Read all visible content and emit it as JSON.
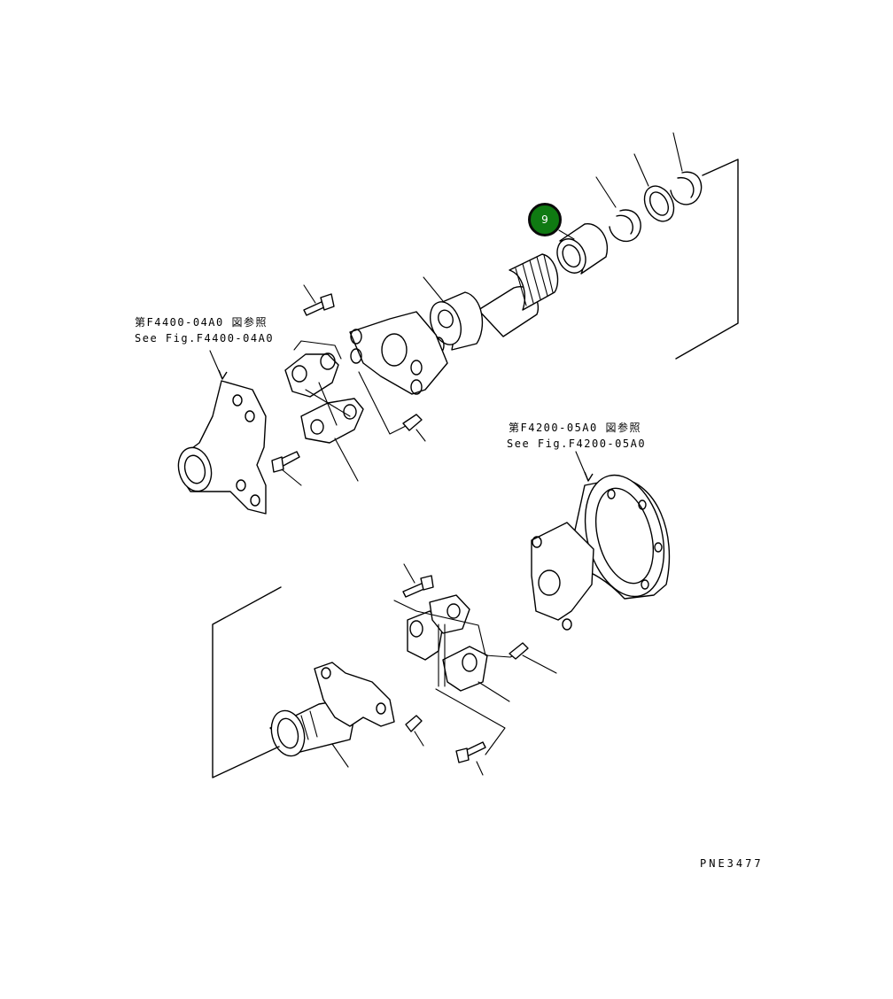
{
  "references": {
    "top_left_jp": "第F4400-04A0 図参照",
    "top_left_en": "See Fig.F4400-04A0",
    "right_jp": "第F4200-05A0 図参照",
    "right_en": "See Fig.F4200-05A0"
  },
  "callout": {
    "number": "9",
    "color": "#0f7a12"
  },
  "drawing_code": "PNE3477"
}
